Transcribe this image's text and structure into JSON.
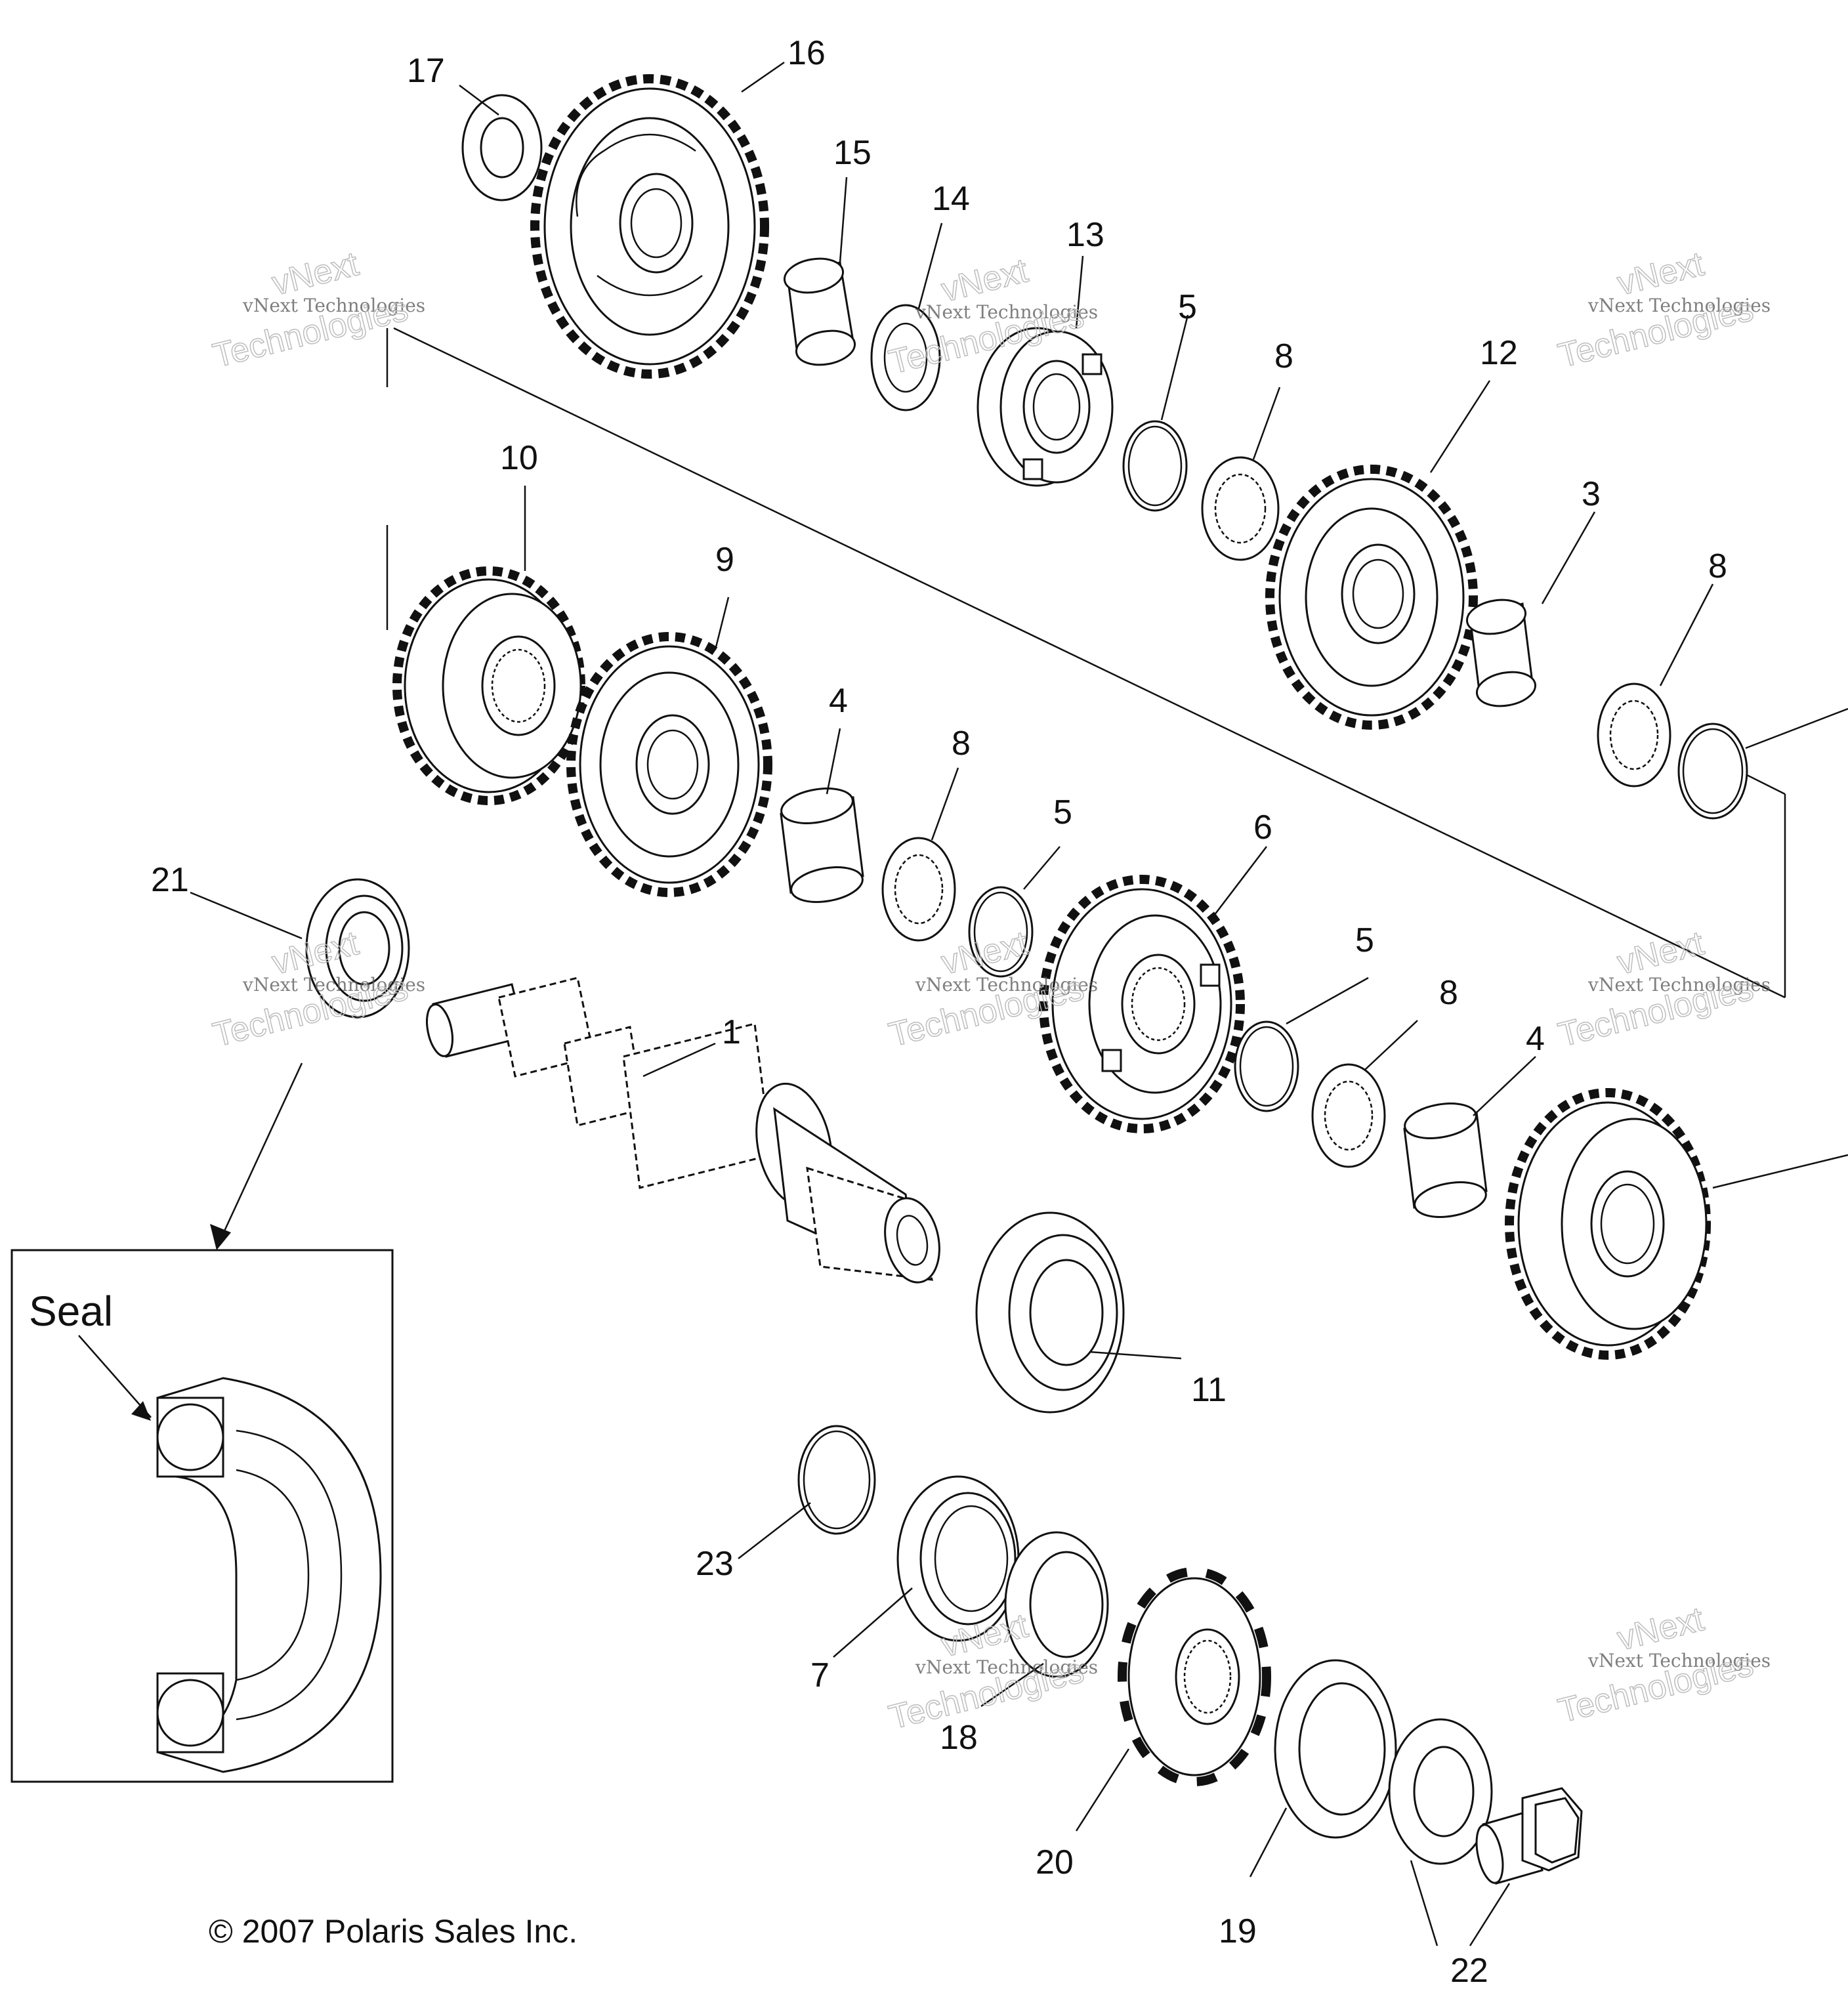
{
  "diagram": {
    "callouts": [
      "17",
      "16",
      "15",
      "14",
      "13",
      "5",
      "8",
      "12",
      "3",
      "8",
      "10",
      "9",
      "4",
      "8",
      "5",
      "6",
      "5",
      "8",
      "4",
      "21",
      "1",
      "11",
      "23",
      "7",
      "18",
      "20",
      "19",
      "22"
    ],
    "inset": {
      "label": "Seal"
    },
    "copyright": "© 2007 Polaris Sales Inc.",
    "watermarks": [
      {
        "line1": "vNext Technologies",
        "line2": "vNext",
        "line3": "Technologies"
      },
      {
        "line1": "vNext Technologies",
        "line2": "vNext",
        "line3": "Technologies"
      },
      {
        "line1": "vNext Technologies",
        "line2": "vNext",
        "line3": "Technologies"
      },
      {
        "line1": "vNext Technologies",
        "line2": "vNext",
        "line3": "Technologies"
      },
      {
        "line1": "vNext Technologies",
        "line2": "vNext",
        "line3": "Technologies"
      },
      {
        "line1": "vNext Technologies",
        "line2": "vNext",
        "line3": "Technologies"
      },
      {
        "line1": "vNext Technologies",
        "line2": "vNext",
        "line3": "Technologies"
      },
      {
        "line1": "vNext Technologies",
        "line2": "vNext",
        "line3": "Technologies"
      }
    ]
  }
}
